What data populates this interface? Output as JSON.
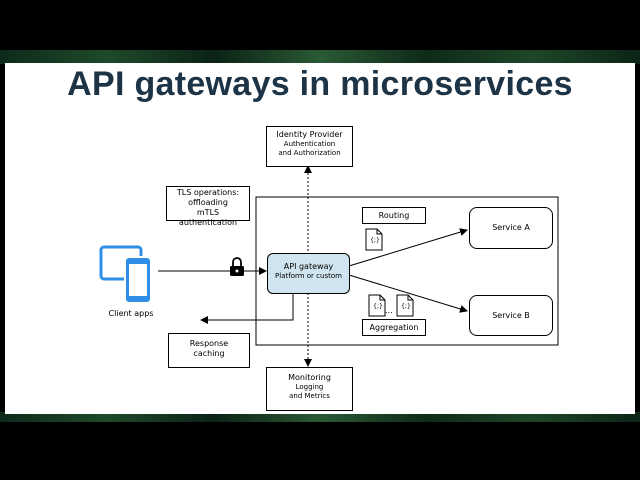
{
  "title": "API gateways in microservices",
  "identity_provider": {
    "name": "Identity Provider",
    "line1": "Authentication",
    "line2": "and Authorization"
  },
  "tls": {
    "line1": "TLS operations:",
    "line2": "offloading",
    "line3": "mTLS authentication"
  },
  "routing": "Routing",
  "aggregation": "Aggregation",
  "gateway": {
    "name": "API gateway",
    "sub": "Platform or custom"
  },
  "service_a": "Service A",
  "service_b": "Service B",
  "client_apps": "Client apps",
  "response_caching": {
    "line1": "Response",
    "line2": "caching"
  },
  "monitoring": {
    "name": "Monitoring",
    "line1": "Logging",
    "line2": "and Metrics"
  },
  "ellipsis": "...",
  "doc_glyph": "{;}",
  "colors": {
    "title": "#1d3346",
    "gateway_fill": "#cfe4ee",
    "client_device": "#2f8fe6"
  }
}
